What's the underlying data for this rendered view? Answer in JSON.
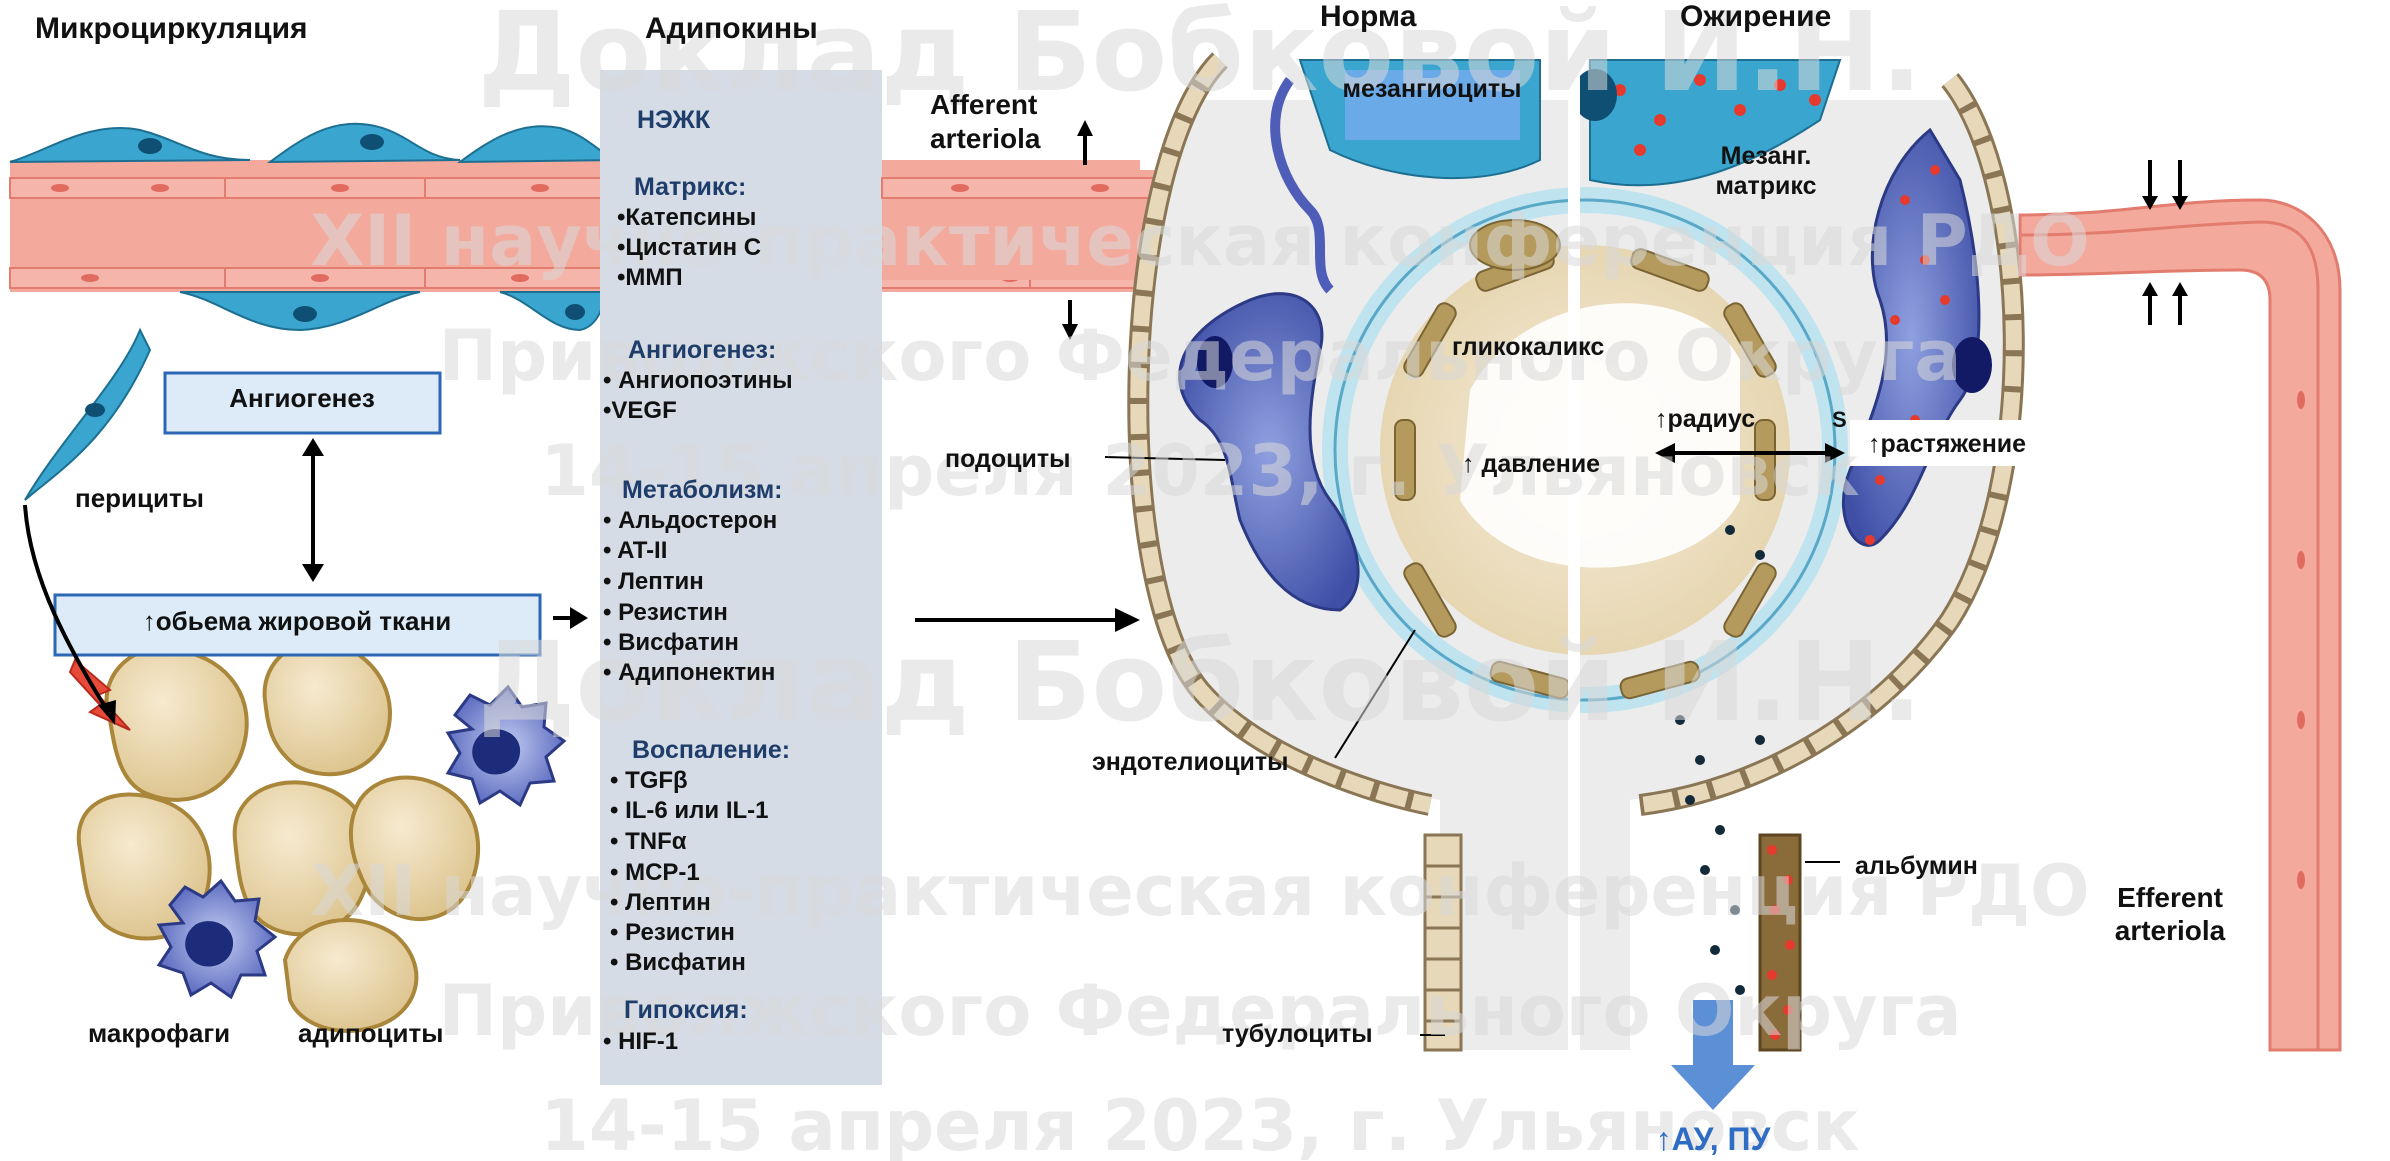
{
  "headings": {
    "microcirculation": "Микроциркуляция",
    "adipokines": "Адипокины",
    "norm": "Норма",
    "obesity": "Ожирение"
  },
  "labels": {
    "angiogenesis_box": "Ангиогенез",
    "pericytes": "перициты",
    "fat_volume_box": "↑обьема жировой ткани",
    "macrophages": "макрофаги",
    "adipocytes": "адипоциты",
    "afferent_line1": "Afferent",
    "afferent_line2": "arteriola",
    "mesangiocytes": "мезангиоциты",
    "mesang_matrix_line1": "Мезанг.",
    "mesang_matrix_line2": "матрикс",
    "glycocalyx": "гликокаликс",
    "radius": "↑радиус",
    "radius_s": "S",
    "pressure": "↑ давление",
    "stretch": "↑растяжение",
    "podocytes": "подоциты",
    "endotheliocytes": "эндотелиоциты",
    "albumin": "альбумин",
    "efferent_line1": "Efferent",
    "efferent_line2": "arteriola",
    "tubulocytes": "тубулоциты",
    "au_pu": "↑АУ, ПУ"
  },
  "adipokine_panel": {
    "sections": [
      {
        "title": "НЭЖК",
        "items": []
      },
      {
        "title": "Матрикс:",
        "items": [
          "•Катепсины",
          "•Цистатин С",
          "•ММП"
        ]
      },
      {
        "title": "Ангиогенез:",
        "items": [
          "• Ангиопоэтины",
          "•VEGF"
        ]
      },
      {
        "title": "Метаболизм:",
        "items": [
          "• Альдостерон",
          "• AT-II",
          "• Лептин",
          "• Резистин",
          "• Висфатин",
          "• Адипонектин"
        ]
      },
      {
        "title": "Воспаление:",
        "items": [
          "• TGFβ",
          "• IL-6 или IL-1",
          "• TNFα",
          "• MCP-1",
          "• Лептин",
          "• Резистин",
          "• Висфатин"
        ]
      },
      {
        "title": "Гипоксия:",
        "items": [
          "• HIF-1"
        ]
      }
    ]
  },
  "watermark": {
    "line1": "Доклад Бобковой И.Н.",
    "line2": "XII научно-практическая конференция РДО",
    "line3": "Приволжского Федерального Округа",
    "line4": "14-15 апреля 2023, г. Ульяновск"
  },
  "colors": {
    "vessel": "#f3a79b",
    "vessel_dark": "#e2786a",
    "cell_blue": "#3aa6cf",
    "podocyte": "#5b6fc0",
    "adipocyte": "#e9d5a3",
    "panel_bg": "#d5dce6",
    "accent_blue": "#1f3d6b",
    "arrow_blue": "#5b8fd6"
  }
}
